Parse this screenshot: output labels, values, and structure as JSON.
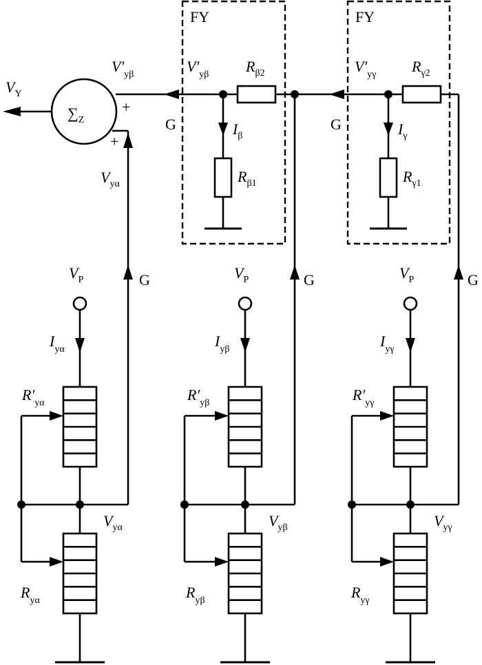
{
  "summer": {
    "symbol": "∑",
    "sub": "Z",
    "plus_top": "+",
    "plus_bottom": "+"
  },
  "output": {
    "v": "V",
    "sub": "Y"
  },
  "fy_label": "FY",
  "g_label": "G",
  "top_labels": {
    "v_yb_prime_outer": {
      "v": "V′",
      "sub": "yβ"
    },
    "v_yb_prime_inner": {
      "v": "V′",
      "sub": "yβ"
    },
    "v_yg_prime": {
      "v": "V′",
      "sub": "yγ"
    },
    "r_b2": {
      "v": "R",
      "sub": "β2"
    },
    "r_g2": {
      "v": "R",
      "sub": "γ2"
    },
    "i_b": {
      "v": "I",
      "sub": "β"
    },
    "i_g": {
      "v": "I",
      "sub": "γ"
    },
    "r_b1": {
      "v": "R",
      "sub": "β1"
    },
    "r_g1": {
      "v": "R",
      "sub": "γ1"
    },
    "v_ya_top": {
      "v": "V",
      "sub": "yα"
    }
  },
  "columns": [
    {
      "vp": {
        "v": "V",
        "sub": "P"
      },
      "i": {
        "v": "I",
        "sub": "yα"
      },
      "rp": {
        "v": "R′",
        "sub": "yα"
      },
      "vy": {
        "v": "V",
        "sub": "yα"
      },
      "r": {
        "v": "R",
        "sub": "yα"
      }
    },
    {
      "vp": {
        "v": "V",
        "sub": "P"
      },
      "i": {
        "v": "I",
        "sub": "yβ"
      },
      "rp": {
        "v": "R′",
        "sub": "yβ"
      },
      "vy": {
        "v": "V",
        "sub": "yβ"
      },
      "r": {
        "v": "R",
        "sub": "yβ"
      }
    },
    {
      "vp": {
        "v": "V",
        "sub": "P"
      },
      "i": {
        "v": "I",
        "sub": "yγ"
      },
      "rp": {
        "v": "R′",
        "sub": "yγ"
      },
      "vy": {
        "v": "V",
        "sub": "yγ"
      },
      "r": {
        "v": "R",
        "sub": "yγ"
      }
    }
  ]
}
